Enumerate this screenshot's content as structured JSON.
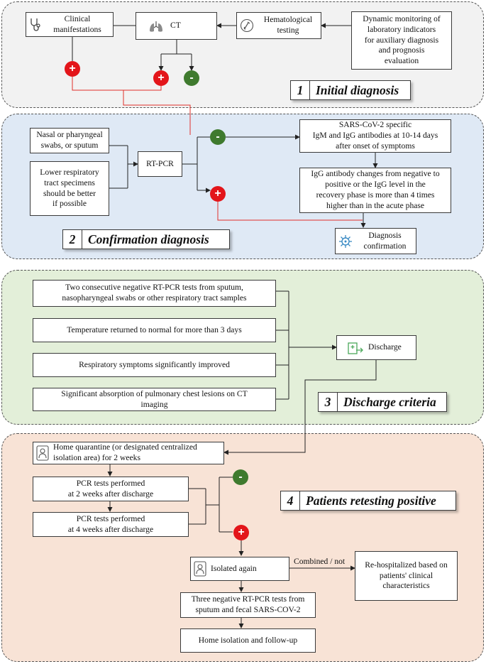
{
  "colors": {
    "panel1": "#f2f2f2",
    "panel2": "#dfe9f5",
    "panel3": "#e3efd9",
    "panel4": "#f8e3d6",
    "positive": "#e3151a",
    "negative": "#3f7a2e",
    "red_line": "#e0302a",
    "icon_blue": "#3b8bc4",
    "icon_green": "#4aa85a"
  },
  "sections": {
    "s1": {
      "num": "1",
      "title": "Initial diagnosis"
    },
    "s2": {
      "num": "2",
      "title": "Confirmation diagnosis"
    },
    "s3": {
      "num": "3",
      "title": "Discharge criteria"
    },
    "s4": {
      "num": "4",
      "title": "Patients retesting positive"
    }
  },
  "signs": {
    "plus": "+",
    "minus": "-"
  },
  "nodes": {
    "clinical": "Clinical\nmanifestations",
    "ct": "CT",
    "hematological": "Hematological\ntesting",
    "dynamic": "Dynamic monitoring of\nlaboratory indicators\nfor auxiliary diagnosis\nand prognosis\nevaluation",
    "nasal": "Nasal or pharyngeal\nswabs, or sputum",
    "lower": "Lower respiratory\ntract specimens\nshould be better\nif possible",
    "rtpcr": "RT-PCR",
    "antibody": "SARS-CoV-2 specific\nIgM and IgG antibodies at 10-14 days\nafter onset of symptoms",
    "igg": "IgG antibody changes from negative to\npositive or the IgG level in the\nrecovery phase is more than 4 times\nhigher than in the acute phase",
    "diag_conf": "Diagnosis\nconfirmation",
    "two_neg": "Two consecutive negative RT-PCR tests from sputum,\nnasopharyngeal swabs or other respiratory tract samples",
    "temp": "Temperature returned to normal for more than 3 days",
    "resp": "Respiratory symptoms significantly improved",
    "absorb": "Significant absorption of pulmonary chest lesions on CT\nimaging",
    "discharge": "Discharge",
    "home_q": "Home quarantine (or designated centralized\nisolation area) for 2 weeks",
    "pcr2": "PCR tests performed\nat 2 weeks after discharge",
    "pcr4": "PCR tests performed\nat 4 weeks after discharge",
    "isolated": "Isolated again",
    "combined": "Combined / not",
    "rehosp": "Re-hospitalized based on\npatients' clinical\ncharacteristics",
    "three_neg": "Three negative RT-PCR tests from\nsputum and fecal SARS-COV-2",
    "home_iso": "Home isolation and follow-up"
  }
}
